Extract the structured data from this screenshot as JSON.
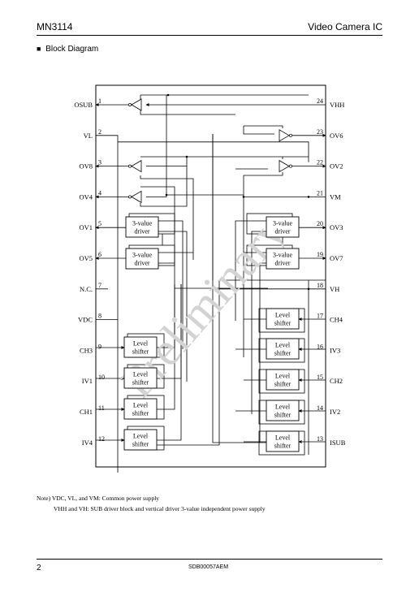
{
  "header": {
    "part": "MN3114",
    "title": "Video Camera IC"
  },
  "section": {
    "bullet": "■",
    "title": "Block Diagram"
  },
  "watermark": "Preliminary",
  "diagram": {
    "left_pins": [
      {
        "num": "1",
        "name": "OSUB"
      },
      {
        "num": "2",
        "name": "VL"
      },
      {
        "num": "3",
        "name": "OV8"
      },
      {
        "num": "4",
        "name": "OV4"
      },
      {
        "num": "5",
        "name": "OV1"
      },
      {
        "num": "6",
        "name": "OV5"
      },
      {
        "num": "7",
        "name": "N.C."
      },
      {
        "num": "8",
        "name": "VDC"
      },
      {
        "num": "9",
        "name": "CH3"
      },
      {
        "num": "10",
        "name": "IV1"
      },
      {
        "num": "11",
        "name": "CH1"
      },
      {
        "num": "12",
        "name": "IV4"
      }
    ],
    "right_pins": [
      {
        "num": "24",
        "name": "VHH"
      },
      {
        "num": "23",
        "name": "OV6"
      },
      {
        "num": "22",
        "name": "OV2"
      },
      {
        "num": "21",
        "name": "VM"
      },
      {
        "num": "20",
        "name": "OV3"
      },
      {
        "num": "19",
        "name": "OV7"
      },
      {
        "num": "18",
        "name": "VH"
      },
      {
        "num": "17",
        "name": "CH4"
      },
      {
        "num": "16",
        "name": "IV3"
      },
      {
        "num": "15",
        "name": "CH2"
      },
      {
        "num": "14",
        "name": "IV2"
      },
      {
        "num": "13",
        "name": "ISUB"
      }
    ],
    "blocks": {
      "driver": [
        "3-value",
        "driver"
      ],
      "shifter": [
        "Level",
        "shifter"
      ]
    }
  },
  "notes": {
    "line1": "Note)  VDC, VL, and VM: Common power supply",
    "line2": "VHH and VH: SUB driver block and vertical driver 3-value independent power supply"
  },
  "footer": {
    "page": "2",
    "doc": "SDB00057AEM"
  }
}
